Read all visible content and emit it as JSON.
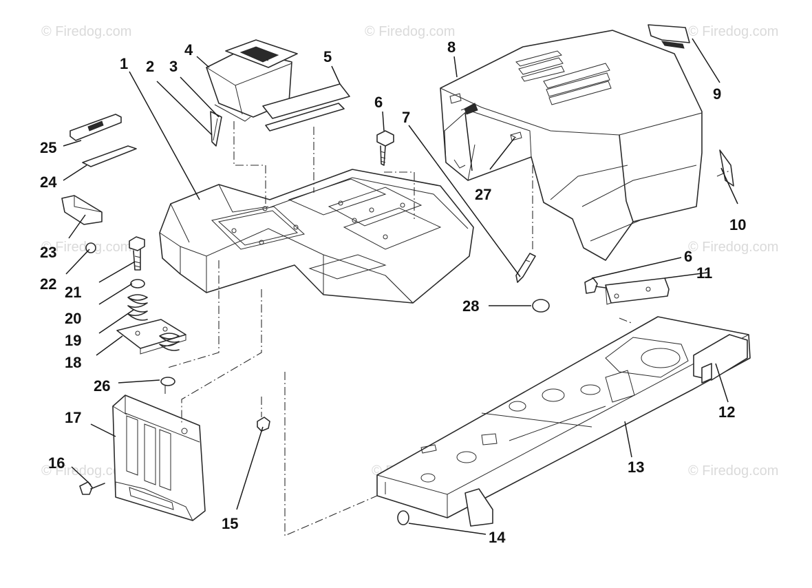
{
  "watermark": "© Firedog.com",
  "callouts": [
    "1",
    "2",
    "3",
    "4",
    "5",
    "6",
    "7",
    "8",
    "9",
    "10",
    "11",
    "12",
    "13",
    "14",
    "15",
    "16",
    "17",
    "18",
    "19",
    "20",
    "21",
    "22",
    "23",
    "24",
    "25",
    "26",
    "27",
    "28"
  ],
  "callout_6b": "6"
}
